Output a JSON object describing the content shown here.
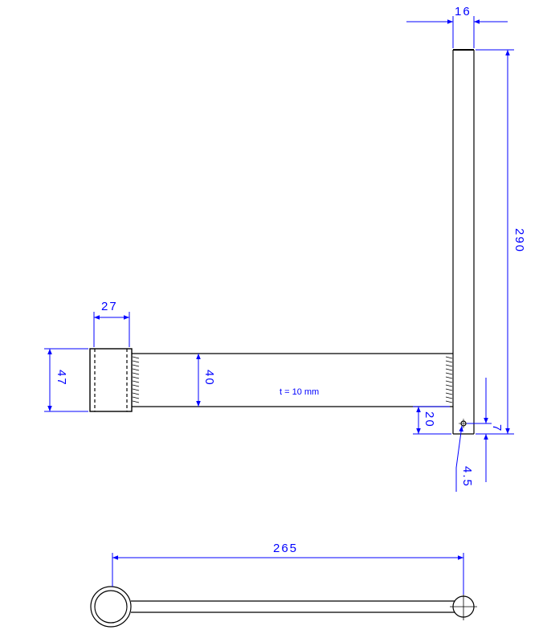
{
  "drawing": {
    "dimensions": {
      "top_width": "16",
      "vertical_height": "290",
      "sleeve_width": "27",
      "sleeve_height": "47",
      "bar_height": "40",
      "bottom_offset": "20",
      "end_offset": "7",
      "hole_diameter": "4.5",
      "top_view_length": "265"
    },
    "note": "t = 10 mm",
    "colors": {
      "line": "#000000",
      "dimension": "#0000ff",
      "background": "#ffffff"
    }
  }
}
